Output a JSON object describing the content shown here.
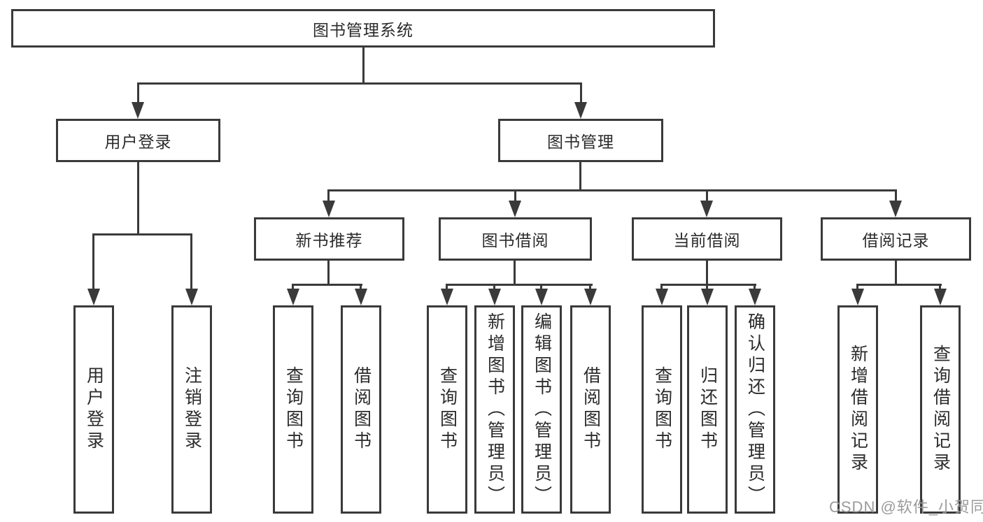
{
  "colors": {
    "line": "#3A3A3A",
    "text": "#2B2B2B",
    "watermark": "#9B9B9B",
    "background": "#FFFFFF"
  },
  "tree": {
    "root": {
      "label": "图书管理系统"
    },
    "branches": [
      {
        "label": "用户登录",
        "children": [
          {
            "label": "用户登录"
          },
          {
            "label": "注销登录"
          }
        ]
      },
      {
        "label": "图书管理",
        "groups": [
          {
            "label": "新书推荐",
            "children": [
              {
                "label": "查询图书"
              },
              {
                "label": "借阅图书"
              }
            ]
          },
          {
            "label": "图书借阅",
            "children": [
              {
                "label": "查询图书"
              },
              {
                "label": "新增图书（管理员）"
              },
              {
                "label": "编辑图书（管理员）"
              },
              {
                "label": "借阅图书"
              }
            ]
          },
          {
            "label": "当前借阅",
            "children": [
              {
                "label": "查询图书"
              },
              {
                "label": "归还图书"
              },
              {
                "label": "确认归还（管理员）"
              }
            ]
          },
          {
            "label": "借阅记录",
            "children": [
              {
                "label": "新增借阅记录"
              },
              {
                "label": "查询借阅记录"
              }
            ]
          }
        ]
      }
    ]
  },
  "watermark": "CSDN @软件_小贺同学"
}
